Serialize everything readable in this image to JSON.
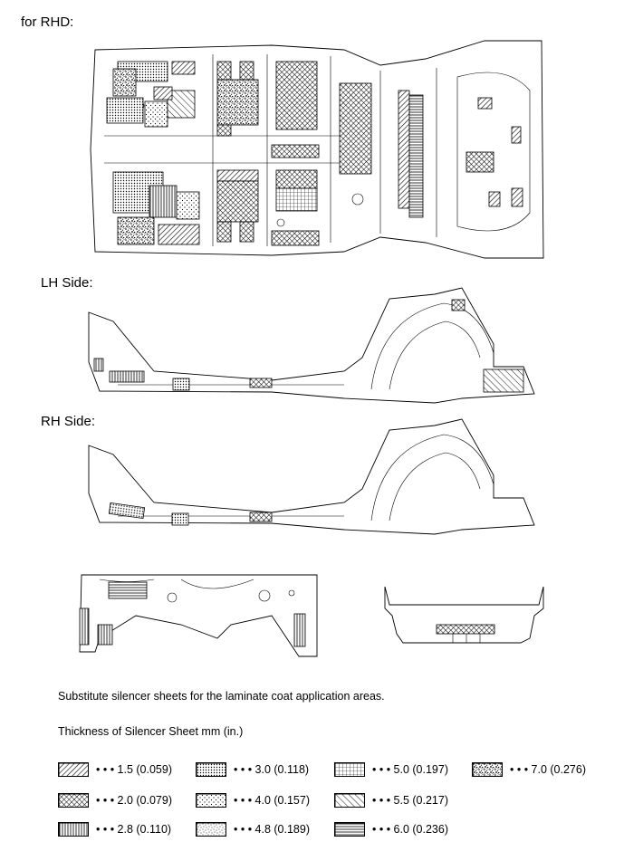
{
  "labels": {
    "rhd": "for RHD:",
    "lh_side": "LH Side:",
    "rh_side": "RH Side:",
    "note": "Substitute silencer sheets for the laminate coat application areas.",
    "thickness_title": "Thickness of Silencer Sheet  mm (in.)"
  },
  "legend": [
    {
      "pattern": "diag-fine",
      "text": "• • • 1.5 (0.059)"
    },
    {
      "pattern": "dots-fine",
      "text": "• • • 3.0 (0.118)"
    },
    {
      "pattern": "grid-fine",
      "text": "• • • 5.0 (0.197)"
    },
    {
      "pattern": "speckle",
      "text": "• • • 7.0 (0.276)"
    },
    {
      "pattern": "crosshatch",
      "text": "• • • 2.0 (0.079)"
    },
    {
      "pattern": "dots-sparse",
      "text": "• • • 4.0 (0.157)"
    },
    {
      "pattern": "diag-back",
      "text": "• • • 5.5 (0.217)"
    },
    {
      "pattern": "vertical",
      "text": "• • • 2.8 (0.110)"
    },
    {
      "pattern": "stipple",
      "text": "• • • 4.8 (0.189)"
    },
    {
      "pattern": "horizontal",
      "text": "• • • 6.0 (0.236)"
    }
  ]
}
